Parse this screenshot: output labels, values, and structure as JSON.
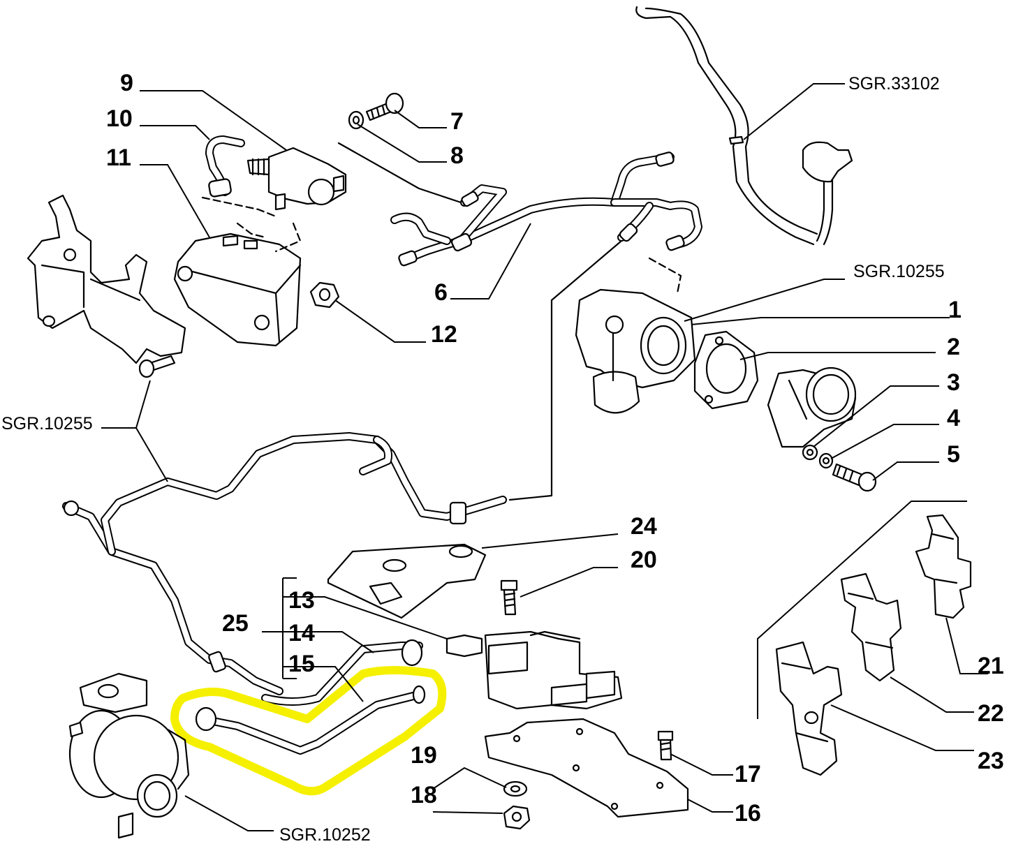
{
  "callouts": {
    "n1": "1",
    "n2": "2",
    "n3": "3",
    "n4": "4",
    "n5": "5",
    "n6": "6",
    "n7": "7",
    "n8": "8",
    "n9": "9",
    "n10": "10",
    "n11": "11",
    "n12": "12",
    "n13": "13",
    "n14": "14",
    "n15": "15",
    "n16": "16",
    "n17": "17",
    "n18": "18",
    "n19": "19",
    "n20": "20",
    "n21": "21",
    "n22": "22",
    "n23": "23",
    "n24": "24",
    "n25": "25"
  },
  "references": {
    "top_right": "SGR.33102",
    "middle_right": "SGR.10255",
    "left": "SGR.10255",
    "bottom": "SGR.10252"
  },
  "colors": {
    "highlight": "#f5f000",
    "line": "#000000",
    "background": "#ffffff"
  }
}
